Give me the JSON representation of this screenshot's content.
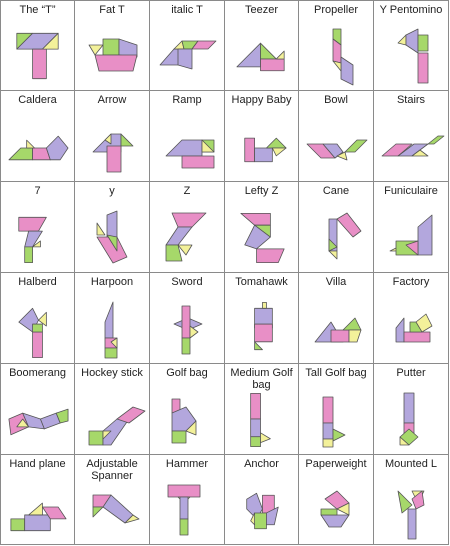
{
  "colors": {
    "green": "#a6d86a",
    "pink": "#e88fc6",
    "purple": "#b3a7dd",
    "yellow": "#f3f19a"
  },
  "cells": [
    {
      "name": "The “T”"
    },
    {
      "name": "Fat T"
    },
    {
      "name": "italic T"
    },
    {
      "name": "Teezer"
    },
    {
      "name": "Propeller"
    },
    {
      "name": "Y Pentomino"
    },
    {
      "name": "Caldera"
    },
    {
      "name": "Arrow"
    },
    {
      "name": "Ramp"
    },
    {
      "name": "Happy Baby"
    },
    {
      "name": "Bowl"
    },
    {
      "name": "Stairs"
    },
    {
      "name": "7"
    },
    {
      "name": "y"
    },
    {
      "name": "Z"
    },
    {
      "name": "Lefty Z"
    },
    {
      "name": "Cane"
    },
    {
      "name": "Funiculaire"
    },
    {
      "name": "Halberd"
    },
    {
      "name": "Harpoon"
    },
    {
      "name": "Sword"
    },
    {
      "name": "Tomahawk"
    },
    {
      "name": "Villa"
    },
    {
      "name": "Factory"
    },
    {
      "name": "Boomerang"
    },
    {
      "name": "Hockey stick"
    },
    {
      "name": "Golf bag"
    },
    {
      "name": "Medium Golf bag"
    },
    {
      "name": "Tall Golf bag"
    },
    {
      "name": "Putter"
    },
    {
      "name": "Hand plane"
    },
    {
      "name": "Adjustable Spanner"
    },
    {
      "name": "Hammer"
    },
    {
      "name": "Anchor"
    },
    {
      "name": "Paperweight"
    },
    {
      "name": "Mounted L"
    }
  ]
}
